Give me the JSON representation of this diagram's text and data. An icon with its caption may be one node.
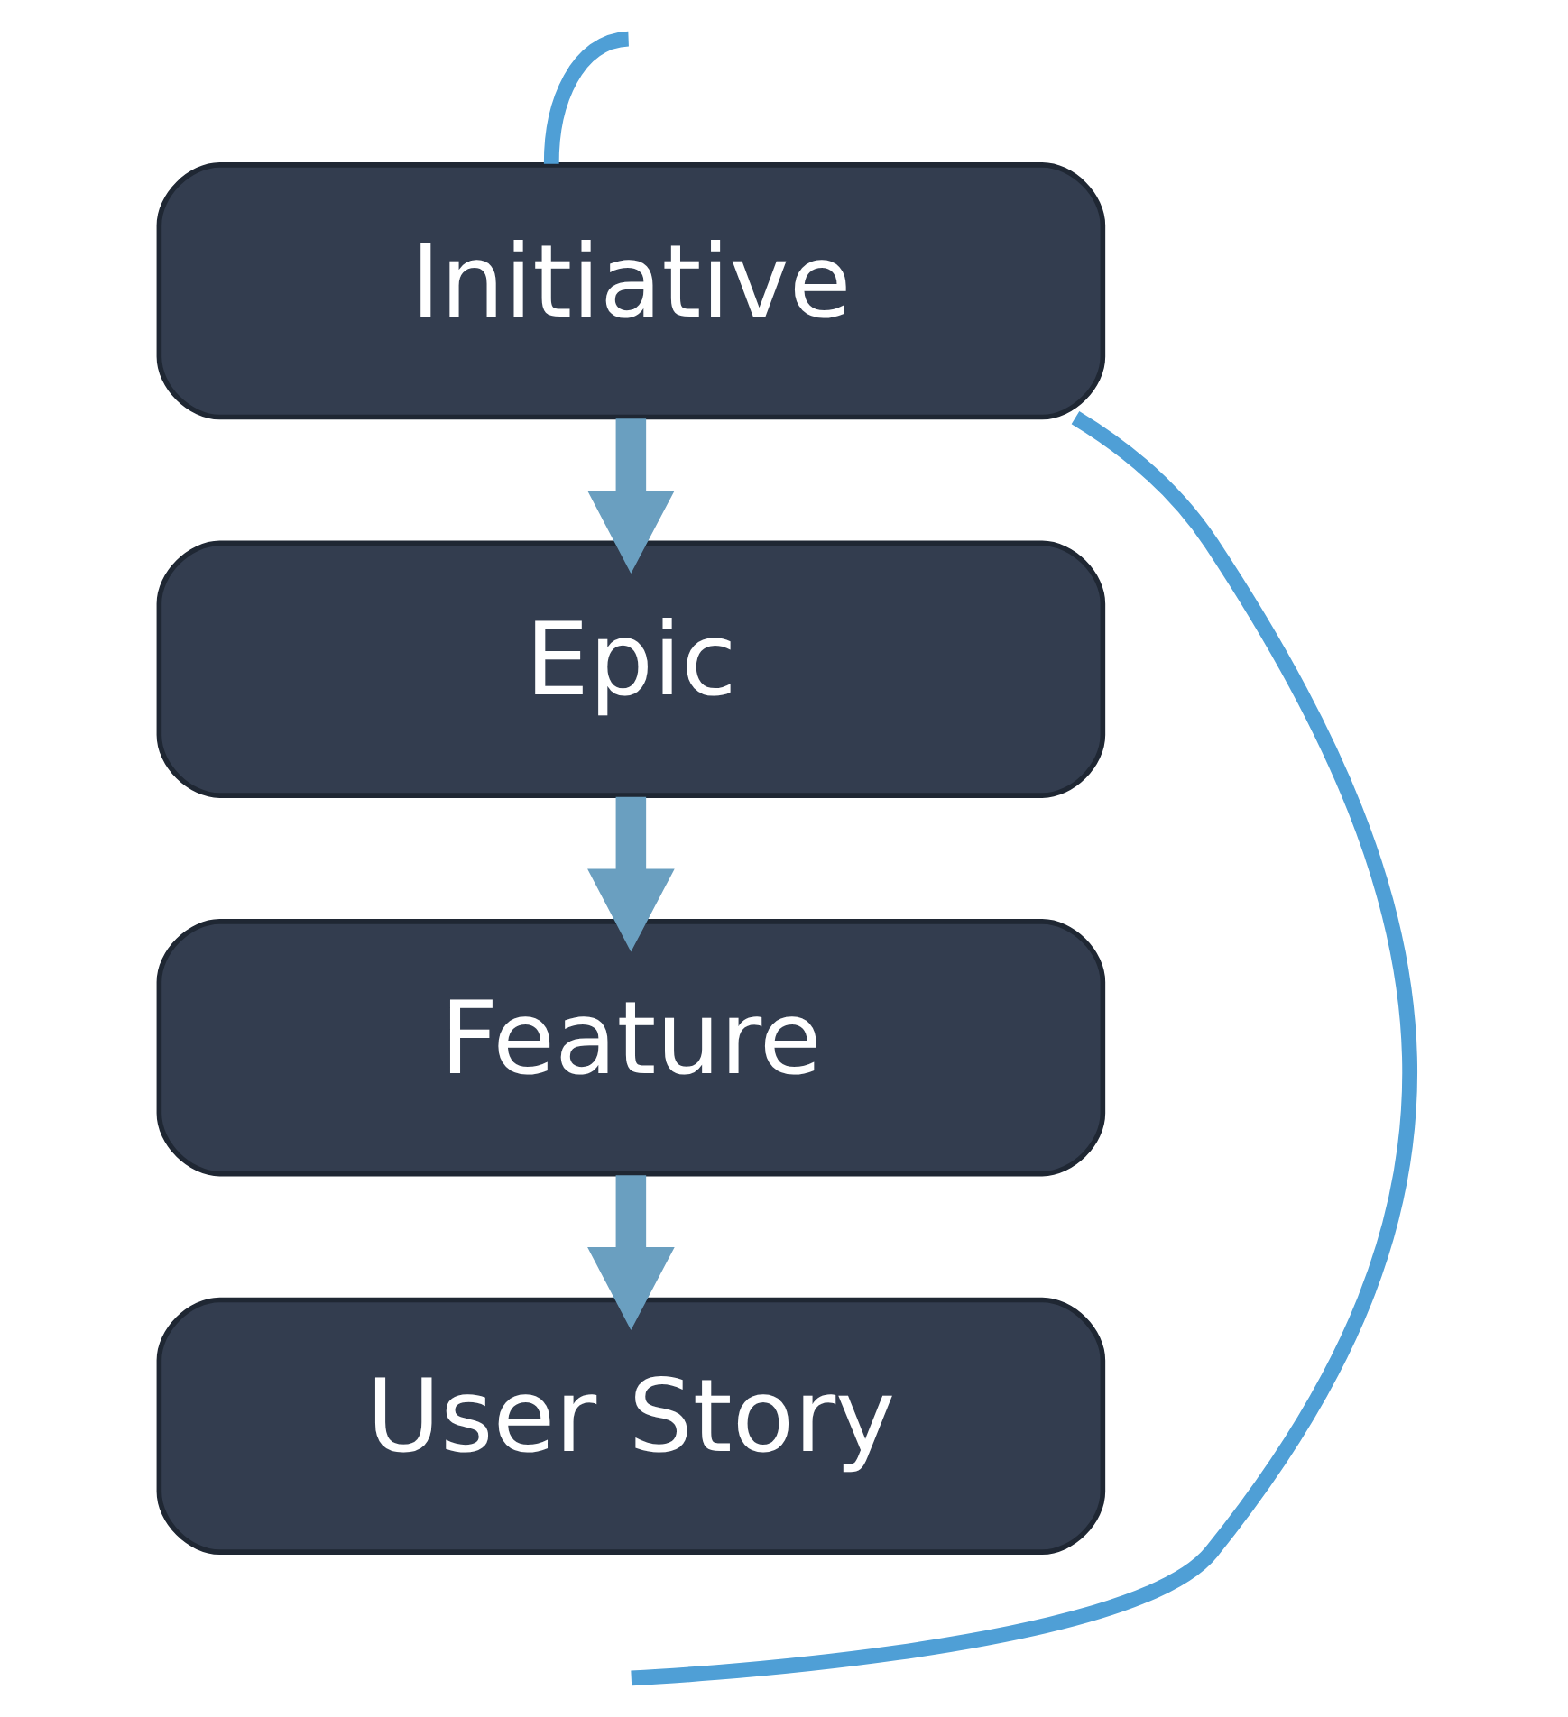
{
  "diagram": {
    "nodes": [
      {
        "text": [
          "Initiative"
        ]
      },
      {
        "text": [
          "Epic"
        ]
      },
      {
        "text": [
          "Feature"
        ]
      },
      {
        "text": [
          "User Story"
        ]
      }
    ],
    "edges": [
      {
        "from": 0,
        "to": 1,
        "arrow": "to"
      },
      {
        "from": 1,
        "to": 2,
        "arrow": "to"
      },
      {
        "from": 2,
        "to": 3,
        "arrow": "to"
      },
      {
        "from": 0,
        "to": null,
        "arrow": "none",
        "color": "#4f9fd6"
      },
      {
        "from": 0,
        "to": null,
        "arrow": "none",
        "color": "#4f9fd6"
      }
    ]
  }
}
